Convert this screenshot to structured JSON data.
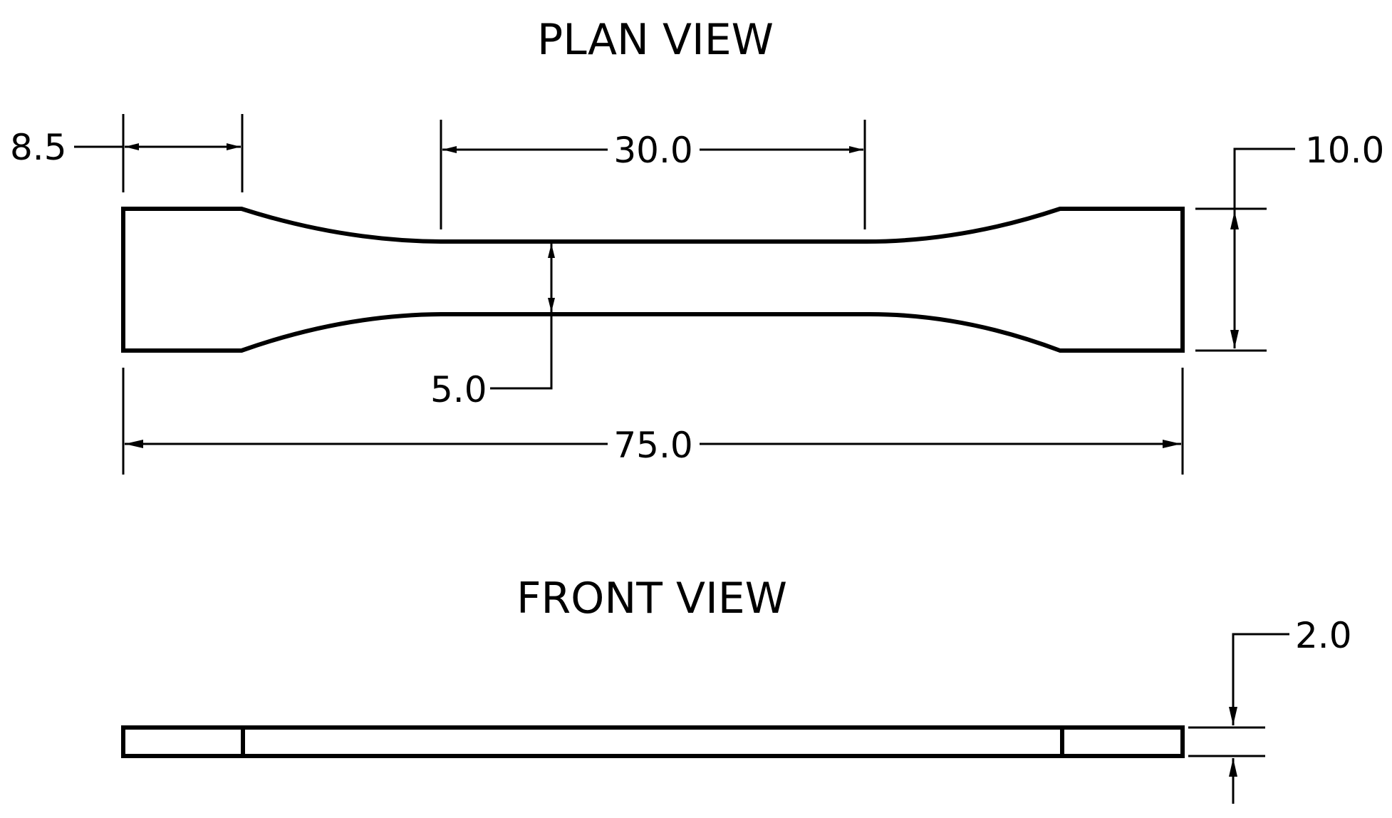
{
  "plan_view": {
    "title": "PLAN VIEW",
    "dimensions": {
      "grip_length": "8.5",
      "gauge_length": "30.0",
      "overall_width": "10.0",
      "gauge_width": "5.0",
      "overall_length": "75.0"
    }
  },
  "front_view": {
    "title": "FRONT VIEW",
    "dimensions": {
      "thickness": "2.0"
    }
  }
}
